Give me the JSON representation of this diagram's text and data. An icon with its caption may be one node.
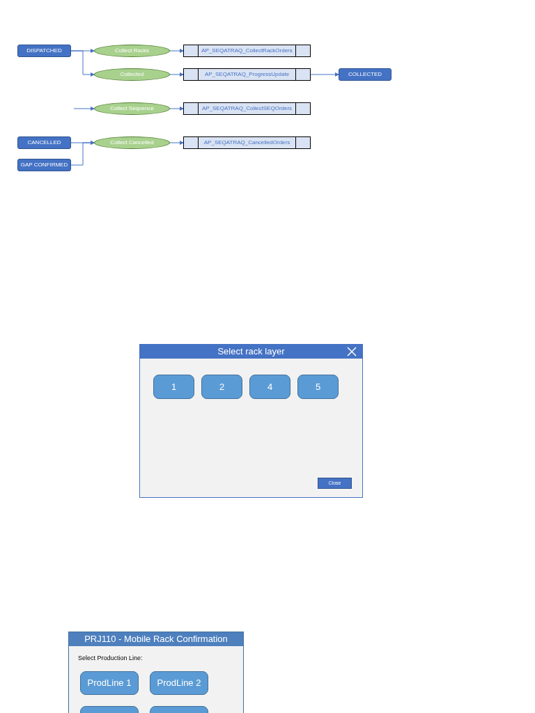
{
  "diagram": {
    "nodes": [
      {
        "text": [
          "DISPATCHED"
        ]
      },
      {
        "text": [
          "Collect Racks"
        ]
      },
      {
        "text": [
          "AP_SEQATRAQ_CollectRackOrders"
        ]
      },
      {
        "text": [
          "Collected"
        ]
      },
      {
        "text": [
          "AP_SEQATRAQ_ProgressUpdate"
        ]
      },
      {
        "text": [
          "COLLECTED"
        ]
      },
      {
        "text": [
          "Collect Sequence"
        ]
      },
      {
        "text": [
          "AP_SEQATRAQ_CollectSEQOrders"
        ]
      },
      {
        "text": [
          "CANCELLED"
        ]
      },
      {
        "text": [
          "GAP CONFIRMED"
        ]
      },
      {
        "text": [
          "Collect Cancelled"
        ]
      },
      {
        "text": [
          "AP_SEQATRAQ_CancelledOrders"
        ]
      },
      {
        "text": [
          "Select rack layer"
        ]
      },
      {
        "text": [
          "1"
        ],
        "in": 12
      },
      {
        "text": [
          "2"
        ],
        "in": 12
      },
      {
        "text": [
          "4"
        ],
        "in": 12
      },
      {
        "text": [
          "5"
        ],
        "in": 12
      },
      {
        "text": [
          "Close"
        ],
        "in": 12
      },
      {
        "text": [
          "PRJ110 - Mobile Rack Confirmation",
          "Select Production Line:"
        ]
      },
      {
        "text": [
          "ProdLine 1"
        ],
        "in": 18
      },
      {
        "text": [
          "ProdLine 2"
        ],
        "in": 18
      },
      {
        "text": [],
        "shape": "box",
        "in": 18
      },
      {
        "text": [],
        "shape": "box",
        "in": 18
      }
    ],
    "edges": [
      {
        "from": 0,
        "to": 1,
        "arrow": "to"
      },
      {
        "from": 0,
        "to": 3,
        "arrow": "to"
      },
      {
        "from": 1,
        "to": 2,
        "arrow": "to"
      },
      {
        "from": 3,
        "to": 4,
        "arrow": "to"
      },
      {
        "from": 4,
        "to": 5,
        "arrow": "to"
      },
      {
        "from": null,
        "to": 6,
        "arrow": "to"
      },
      {
        "from": 6,
        "to": 7,
        "arrow": "to"
      },
      {
        "from": 8,
        "to": 10,
        "arrow": "to"
      },
      {
        "from": 9,
        "to": 10,
        "arrow": "to"
      },
      {
        "from": 10,
        "to": 11,
        "arrow": "to"
      }
    ]
  }
}
